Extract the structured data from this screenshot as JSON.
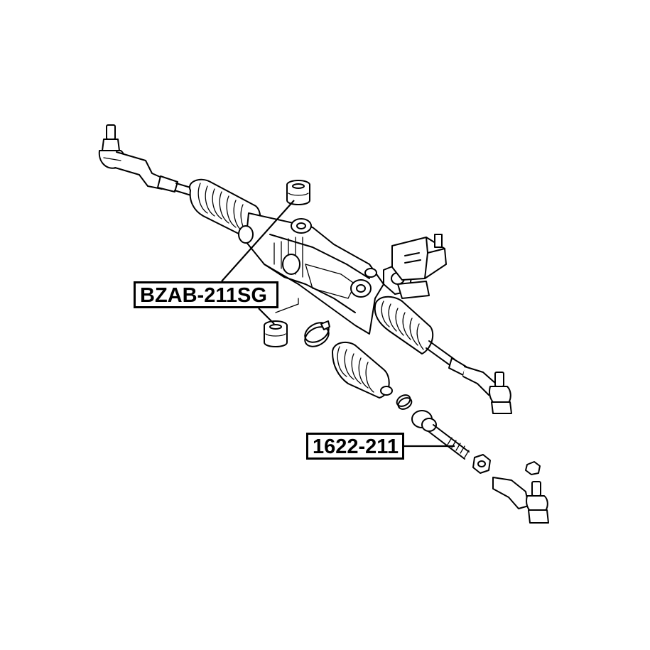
{
  "parts": {
    "bushing_label": "BZAB-211SG",
    "tie_rod_label": "1622-211"
  },
  "colors": {
    "line": "#000000",
    "background": "#ffffff"
  },
  "icons": [
    "steering-rack-assembly",
    "tie-rod-end-icon",
    "rubber-boot-icon",
    "bushing-icon",
    "inner-tie-rod-icon",
    "nut-icon",
    "clamp-icon"
  ]
}
